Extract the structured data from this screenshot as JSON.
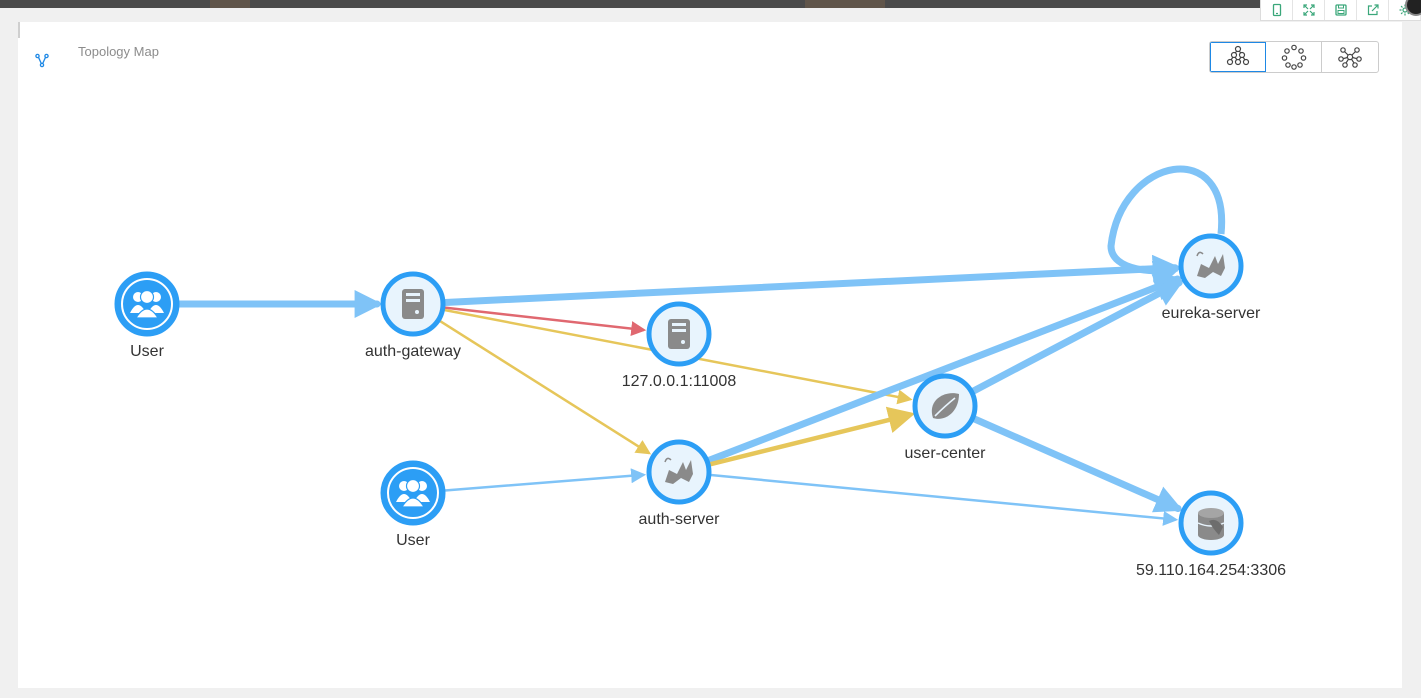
{
  "panel": {
    "title": "Topology Map"
  },
  "toolbar": {
    "buttons": [
      {
        "icon": "mobile-icon"
      },
      {
        "icon": "expand-icon"
      },
      {
        "icon": "save-icon"
      },
      {
        "icon": "export-icon"
      },
      {
        "icon": "gear-icon"
      }
    ]
  },
  "layout_switch": {
    "options": [
      {
        "icon": "layout-force-icon",
        "active": true
      },
      {
        "icon": "layout-circular-icon",
        "active": false
      },
      {
        "icon": "layout-hierarchy-icon",
        "active": false
      }
    ]
  },
  "colors": {
    "node_ring": "#2c9ef5",
    "node_fill": "#e8f4fd",
    "user_fill": "#2c9ef5",
    "edge_normal": "#7fc3f7",
    "edge_warn": "#e6c65a",
    "edge_error": "#e06870",
    "icon_gray": "#8a8a8a"
  },
  "topology": {
    "nodes": [
      {
        "id": "user1",
        "label": "User",
        "type": "user"
      },
      {
        "id": "gateway",
        "label": "auth-gateway",
        "type": "server"
      },
      {
        "id": "local",
        "label": "127.0.0.1:11008",
        "type": "server"
      },
      {
        "id": "eureka",
        "label": "eureka-server",
        "type": "tomcat"
      },
      {
        "id": "usercenter",
        "label": "user-center",
        "type": "spring"
      },
      {
        "id": "user2",
        "label": "User",
        "type": "user"
      },
      {
        "id": "authserver",
        "label": "auth-server",
        "type": "tomcat"
      },
      {
        "id": "mysql",
        "label": "59.110.164.254:3306",
        "type": "database"
      }
    ],
    "edges": [
      {
        "from": "user1",
        "to": "gateway",
        "status": "normal",
        "weight": "thick"
      },
      {
        "from": "gateway",
        "to": "eureka",
        "status": "normal",
        "weight": "thick"
      },
      {
        "from": "gateway",
        "to": "local",
        "status": "error",
        "weight": "thin"
      },
      {
        "from": "gateway",
        "to": "usercenter",
        "status": "warn",
        "weight": "thin"
      },
      {
        "from": "gateway",
        "to": "authserver",
        "status": "warn",
        "weight": "thin"
      },
      {
        "from": "user2",
        "to": "authserver",
        "status": "normal",
        "weight": "thin"
      },
      {
        "from": "authserver",
        "to": "eureka",
        "status": "normal",
        "weight": "thick"
      },
      {
        "from": "authserver",
        "to": "usercenter",
        "status": "warn",
        "weight": "medium"
      },
      {
        "from": "authserver",
        "to": "mysql",
        "status": "normal",
        "weight": "thin"
      },
      {
        "from": "usercenter",
        "to": "eureka",
        "status": "normal",
        "weight": "thick"
      },
      {
        "from": "usercenter",
        "to": "mysql",
        "status": "normal",
        "weight": "thick"
      },
      {
        "from": "eureka",
        "to": "eureka",
        "status": "normal",
        "weight": "thick"
      }
    ]
  }
}
